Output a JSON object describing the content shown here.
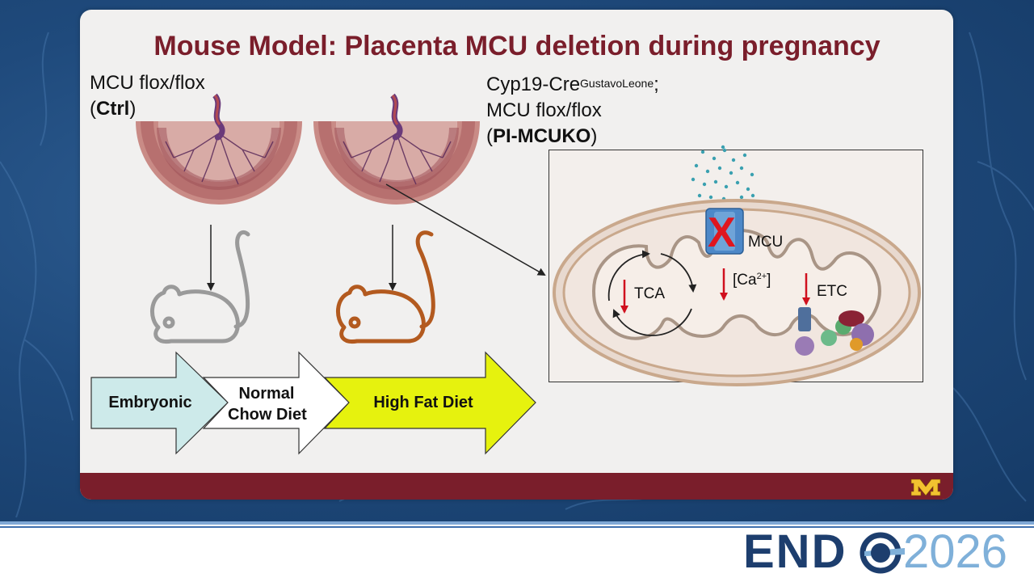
{
  "slide": {
    "title_bold": "Mouse Model:",
    "title_rest": " Placenta MCU deletion during pregnancy",
    "ctrl": {
      "line1": "MCU flox/flox",
      "paren_open": "(",
      "bold": "Ctrl",
      "paren_close": ")"
    },
    "ko": {
      "line1_main": "Cyp19-Cre",
      "line1_sup": "GustavoLeone",
      "line1_end": ";",
      "line2": "MCU flox/flox",
      "paren_open": "(",
      "bold": "PI-MCUKO",
      "paren_close": ")"
    },
    "timeline": {
      "stage1": "Embryonic",
      "stage2_line1": "Normal",
      "stage2_line2": "Chow Diet",
      "stage3": "High Fat Diet"
    },
    "mito": {
      "mcu": "MCU",
      "x_mark": "X",
      "tca": "TCA",
      "ca_open": "[Ca",
      "ca_sup": "2+",
      "ca_close": "]",
      "etc": "ETC"
    }
  },
  "branding": {
    "logo_end": "END",
    "logo_year": "2026",
    "colors": {
      "maroon": "#7a1e2b",
      "gold": "#f2c230",
      "navy": "#1d3e6e",
      "light_blue": "#7fb0d9"
    }
  }
}
